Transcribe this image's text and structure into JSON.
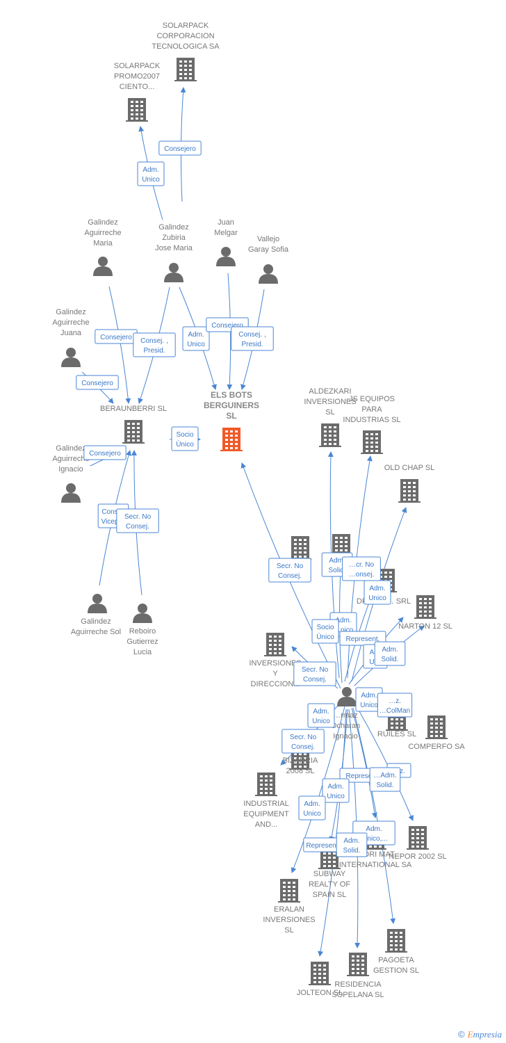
{
  "nodes": [
    {
      "id": "solarpack_corp",
      "type": "company",
      "lines": [
        "SOLARPACK",
        "CORPORACION",
        "TECNOLOGICA SA"
      ]
    },
    {
      "id": "solarpack_promo",
      "type": "company",
      "lines": [
        "SOLARPACK",
        "PROMO2007",
        "CIENTO..."
      ]
    },
    {
      "id": "galindez_maria",
      "type": "person",
      "lines": [
        "Galindez",
        "Aguirreche",
        "Maria"
      ]
    },
    {
      "id": "galindez_jose",
      "type": "person",
      "lines": [
        "Galindez",
        "Zubiria",
        "Jose Maria"
      ]
    },
    {
      "id": "juan_melgar",
      "type": "person",
      "lines": [
        "Juan",
        "Melgar"
      ]
    },
    {
      "id": "vallejo_sofia",
      "type": "person",
      "lines": [
        "Vallejo",
        "Garay Sofia"
      ]
    },
    {
      "id": "galindez_juana",
      "type": "person",
      "lines": [
        "Galindez",
        "Aguirreche",
        "Juana"
      ]
    },
    {
      "id": "beraunberri",
      "type": "company",
      "lines": [
        "BERAUNBERRI SL"
      ]
    },
    {
      "id": "els_bots",
      "type": "company",
      "main": true,
      "lines": [
        "ELS BOTS",
        "BERGUINERS",
        "SL"
      ]
    },
    {
      "id": "aldezkari",
      "type": "company",
      "lines": [
        "ALDEZKARI",
        "INVERSIONES",
        "SL"
      ]
    },
    {
      "id": "js_equipos",
      "type": "company",
      "lines": [
        "JS EQUIPOS",
        "PARA",
        "INDUSTRIAS SL"
      ]
    },
    {
      "id": "old_chap",
      "type": "company",
      "lines": [
        "OLD CHAP  SL"
      ]
    },
    {
      "id": "galindez_ignacio",
      "type": "person",
      "lines": [
        "Galindez",
        "Aguirreche",
        "Ignacio"
      ]
    },
    {
      "id": "galindez_sol",
      "type": "person",
      "lines": [
        "Galindez",
        "Aguirreche Sol"
      ]
    },
    {
      "id": "reboiro",
      "type": "person",
      "lines": [
        "Reboiro",
        "Gutierrez",
        "Lucia"
      ]
    },
    {
      "id": "co_a",
      "type": "company",
      "lines": []
    },
    {
      "id": "co_b",
      "type": "company",
      "lines": []
    },
    {
      "id": "co_c",
      "type": "company",
      "lines": []
    },
    {
      "id": "drieme",
      "type": "company",
      "lines": [
        "DRIEME… SRL"
      ]
    },
    {
      "id": "narton",
      "type": "company",
      "lines": [
        "NARTON 12 SL"
      ]
    },
    {
      "id": "inversiones_direccion",
      "type": "company",
      "lines": [
        "INVERSIONES",
        "Y",
        "DIRECCION..."
      ]
    },
    {
      "id": "urmaz",
      "type": "person",
      "lines": [
        "…rmaz",
        "Ocharan",
        "Ignacio"
      ]
    },
    {
      "id": "ruiles",
      "type": "company",
      "lines": [
        "RUILES SL"
      ]
    },
    {
      "id": "comperfo",
      "type": "company",
      "lines": [
        "COMPERFO SA"
      ]
    },
    {
      "id": "bizarria",
      "type": "company",
      "lines": [
        "BIZARRIA",
        "2008 SL"
      ]
    },
    {
      "id": "industrial",
      "type": "company",
      "lines": [
        "INDUSTRIAL",
        "EQUIPMENT",
        "AND..."
      ]
    },
    {
      "id": "subway",
      "type": "company",
      "lines": [
        "SUBWAY",
        "REALTY OF",
        "SPAIN  SL"
      ]
    },
    {
      "id": "hidri",
      "type": "company",
      "lines": [
        "…HIDRI MAT…",
        "INTERNATIONAL SA"
      ]
    },
    {
      "id": "nepor",
      "type": "company",
      "lines": [
        "NEPOR 2002 SL"
      ]
    },
    {
      "id": "eralan",
      "type": "company",
      "lines": [
        "ERALAN",
        "INVERSIONES",
        "SL"
      ]
    },
    {
      "id": "pagoeta",
      "type": "company",
      "lines": [
        "PAGOETA",
        "GESTION SL"
      ]
    },
    {
      "id": "residencia",
      "type": "company",
      "lines": [
        "RESIDENCIA",
        "SOPELANA  SL"
      ]
    },
    {
      "id": "jolteon",
      "type": "company",
      "lines": [
        "JOLTEON SL"
      ]
    }
  ],
  "edge_labels": [
    {
      "id": "l1",
      "lines": [
        "Consejero"
      ]
    },
    {
      "id": "l2",
      "lines": [
        "Adm.",
        "Unico"
      ]
    },
    {
      "id": "l3",
      "lines": [
        "Consejero"
      ]
    },
    {
      "id": "l4",
      "lines": [
        "Consej. ,",
        "Presid."
      ]
    },
    {
      "id": "l5",
      "lines": [
        "Adm.",
        "Unico"
      ]
    },
    {
      "id": "l6",
      "lines": [
        "Consejero"
      ]
    },
    {
      "id": "l7",
      "lines": [
        "Consej. ,",
        "Presid."
      ]
    },
    {
      "id": "l8",
      "lines": [
        "Consejero"
      ]
    },
    {
      "id": "l9",
      "lines": [
        "Socio",
        "Único"
      ]
    },
    {
      "id": "l10",
      "lines": [
        "Consejero"
      ]
    },
    {
      "id": "l11",
      "lines": [
        "Cons…",
        "Vicep…"
      ]
    },
    {
      "id": "l12",
      "lines": [
        "Secr.  No",
        "Consej."
      ]
    },
    {
      "id": "l13",
      "lines": [
        "Secr.  No",
        "Consej."
      ]
    },
    {
      "id": "l14",
      "lines": [
        "Adm.",
        "Solid."
      ]
    },
    {
      "id": "l15",
      "lines": [
        "…cr.  No",
        "…onsej."
      ]
    },
    {
      "id": "l16",
      "lines": [
        "Adm.",
        "Unico"
      ]
    },
    {
      "id": "l17",
      "lines": [
        "Adm.",
        "…nico"
      ]
    },
    {
      "id": "l18",
      "lines": [
        "Socio",
        "Único"
      ]
    },
    {
      "id": "l19",
      "lines": [
        "Represent."
      ]
    },
    {
      "id": "l20",
      "lines": [
        "A…",
        "U…"
      ]
    },
    {
      "id": "l21",
      "lines": [
        "Adm.",
        "Solid."
      ]
    },
    {
      "id": "l22",
      "lines": [
        "Secr.  No",
        "Consej."
      ]
    },
    {
      "id": "l23",
      "lines": [
        "Adm.",
        "Unico"
      ]
    },
    {
      "id": "l24",
      "lines": [
        "…z.",
        "…ColMan"
      ]
    },
    {
      "id": "l25",
      "lines": [
        "Adm.",
        "Unico"
      ]
    },
    {
      "id": "l26",
      "lines": [
        "Secr.  No",
        "Consej."
      ]
    },
    {
      "id": "l27",
      "lines": [
        "Represent."
      ]
    },
    {
      "id": "l28",
      "lines": [
        "…z."
      ]
    },
    {
      "id": "l29",
      "lines": [
        "…Adm.",
        "Solid."
      ]
    },
    {
      "id": "l30",
      "lines": [
        "Adm.",
        "Unico"
      ]
    },
    {
      "id": "l31",
      "lines": [
        "Adm.",
        "Unico"
      ]
    },
    {
      "id": "l32",
      "lines": [
        "Adm.",
        "…nico,..."
      ]
    },
    {
      "id": "l33",
      "lines": [
        "Represen…"
      ]
    },
    {
      "id": "l34",
      "lines": [
        "Adm.",
        "Solid."
      ]
    }
  ],
  "colors": {
    "edge": "#4a86d4",
    "node": "#6b6b6b",
    "main_node": "#f05a28",
    "label_text": "#777777"
  },
  "footer": {
    "copyright": "©",
    "brand_first": "E",
    "brand_rest": "mpresia"
  }
}
